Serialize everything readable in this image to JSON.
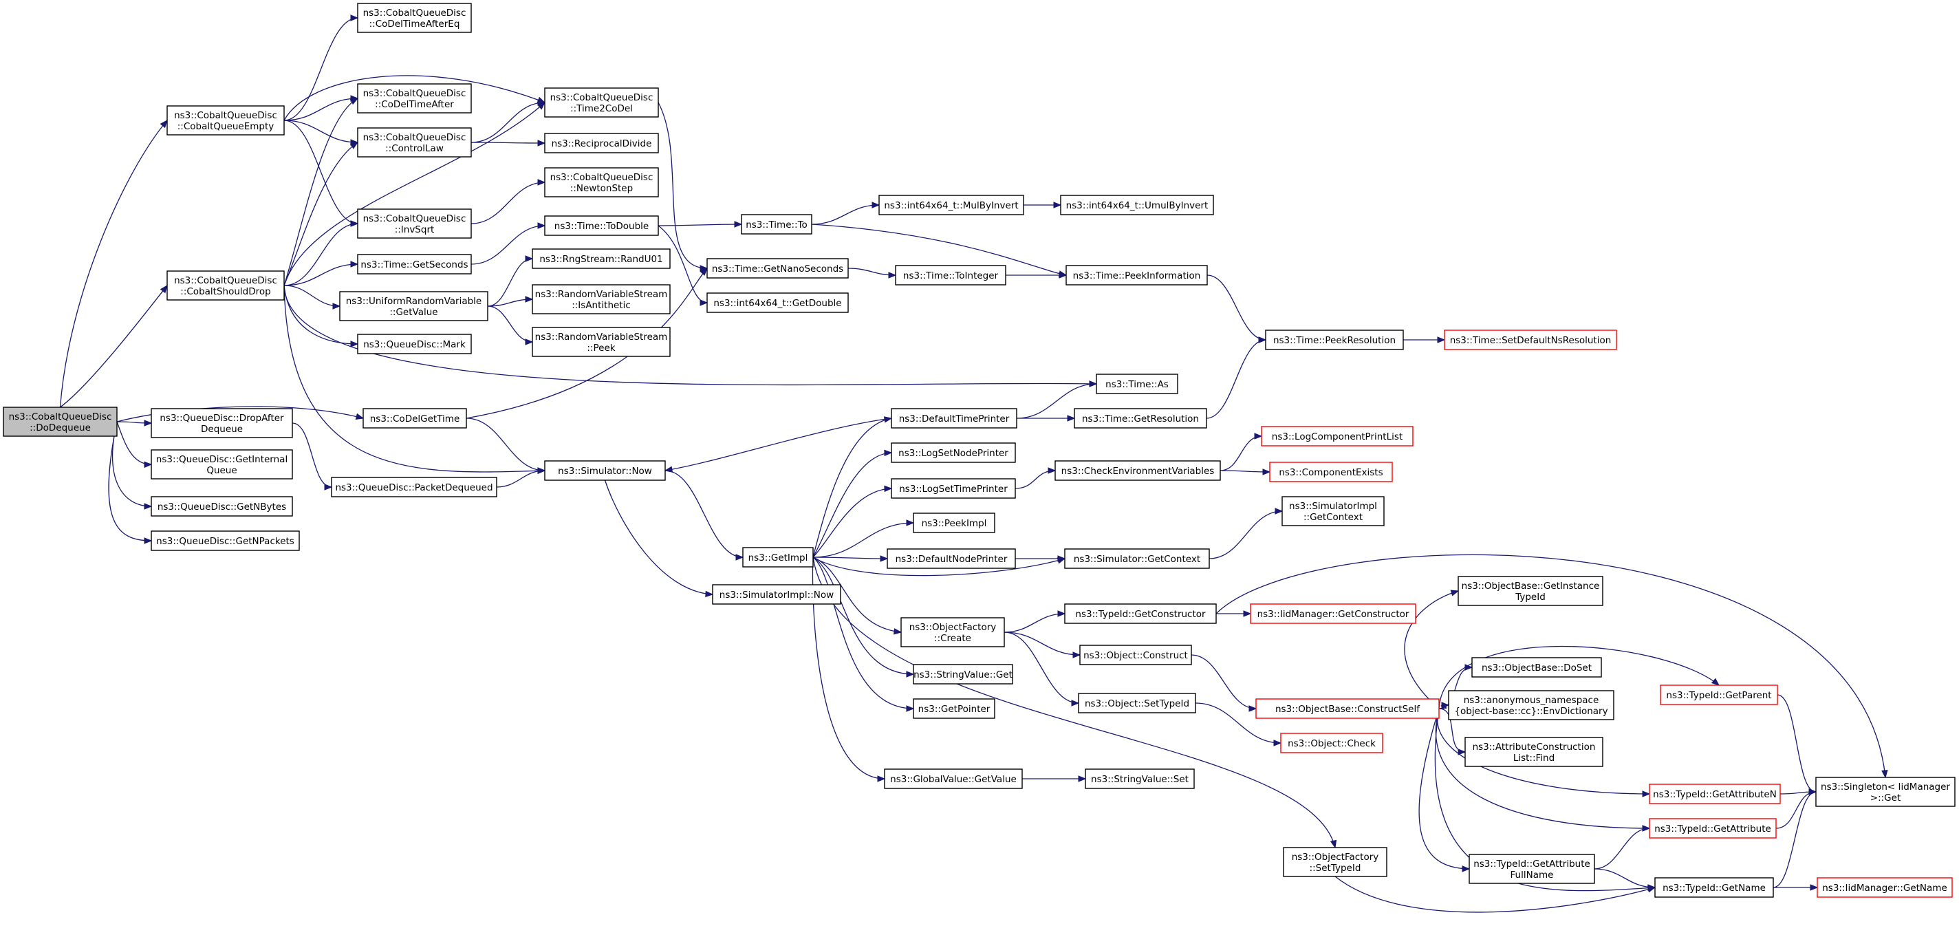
{
  "graph": {
    "nodes": [
      {
        "id": "root",
        "lines": [
          "ns3::CobaltQueueDisc",
          "::DoDequeue"
        ],
        "kind": "root"
      },
      {
        "id": "empty",
        "lines": [
          "ns3::CobaltQueueDisc",
          "::CobaltQueueEmpty"
        ]
      },
      {
        "id": "shoulddrop",
        "lines": [
          "ns3::CobaltQueueDisc",
          "::CobaltShouldDrop"
        ]
      },
      {
        "id": "codelgettime",
        "lines": [
          "ns3::CoDelGetTime"
        ]
      },
      {
        "id": "dropafter",
        "lines": [
          "ns3::QueueDisc::DropAfter",
          "Dequeue"
        ]
      },
      {
        "id": "getinternal",
        "lines": [
          "ns3::QueueDisc::GetInternal",
          "Queue"
        ]
      },
      {
        "id": "getnbytes",
        "lines": [
          "ns3::QueueDisc::GetNBytes"
        ]
      },
      {
        "id": "getnpackets",
        "lines": [
          "ns3::QueueDisc::GetNPackets"
        ]
      },
      {
        "id": "afterEq",
        "lines": [
          "ns3::CobaltQueueDisc",
          "::CoDelTimeAfterEq"
        ]
      },
      {
        "id": "after",
        "lines": [
          "ns3::CobaltQueueDisc",
          "::CoDelTimeAfter"
        ]
      },
      {
        "id": "controllaw",
        "lines": [
          "ns3::CobaltQueueDisc",
          "::ControlLaw"
        ]
      },
      {
        "id": "invsqrt",
        "lines": [
          "ns3::CobaltQueueDisc",
          "::InvSqrt"
        ]
      },
      {
        "id": "time2codel",
        "lines": [
          "ns3::CobaltQueueDisc",
          "::Time2CoDel"
        ]
      },
      {
        "id": "recip",
        "lines": [
          "ns3::ReciprocalDivide"
        ]
      },
      {
        "id": "newton",
        "lines": [
          "ns3::CobaltQueueDisc",
          "::NewtonStep"
        ]
      },
      {
        "id": "getseconds",
        "lines": [
          "ns3::Time::GetSeconds"
        ]
      },
      {
        "id": "todouble",
        "lines": [
          "ns3::Time::ToDouble"
        ]
      },
      {
        "id": "urv",
        "lines": [
          "ns3::UniformRandomVariable",
          "::GetValue"
        ]
      },
      {
        "id": "randu01",
        "lines": [
          "ns3::RngStream::RandU01"
        ]
      },
      {
        "id": "isanti",
        "lines": [
          "ns3::RandomVariableStream",
          "::IsAntithetic"
        ]
      },
      {
        "id": "peekrvs",
        "lines": [
          "ns3::RandomVariableStream",
          "::Peek"
        ]
      },
      {
        "id": "mark",
        "lines": [
          "ns3::QueueDisc::Mark"
        ]
      },
      {
        "id": "packetdeq",
        "lines": [
          "ns3::QueueDisc::PacketDequeued"
        ]
      },
      {
        "id": "simnow",
        "lines": [
          "ns3::Simulator::Now"
        ]
      },
      {
        "id": "getnano",
        "lines": [
          "ns3::Time::GetNanoSeconds"
        ]
      },
      {
        "id": "int64double",
        "lines": [
          "ns3::int64x64_t::GetDouble"
        ]
      },
      {
        "id": "timeto",
        "lines": [
          "ns3::Time::To"
        ]
      },
      {
        "id": "mulbyinv",
        "lines": [
          "ns3::int64x64_t::MulByInvert"
        ]
      },
      {
        "id": "umulbyinv",
        "lines": [
          "ns3::int64x64_t::UmulByInvert"
        ]
      },
      {
        "id": "tointeger",
        "lines": [
          "ns3::Time::ToInteger"
        ]
      },
      {
        "id": "peekinfo",
        "lines": [
          "ns3::Time::PeekInformation"
        ]
      },
      {
        "id": "peekres",
        "lines": [
          "ns3::Time::PeekResolution"
        ]
      },
      {
        "id": "setdefns",
        "lines": [
          "ns3::Time::SetDefaultNsResolution"
        ],
        "kind": "ext"
      },
      {
        "id": "timeas",
        "lines": [
          "ns3::Time::As"
        ]
      },
      {
        "id": "deftimeprinter",
        "lines": [
          "ns3::DefaultTimePrinter"
        ]
      },
      {
        "id": "getres",
        "lines": [
          "ns3::Time::GetResolution"
        ]
      },
      {
        "id": "logsetnode",
        "lines": [
          "ns3::LogSetNodePrinter"
        ]
      },
      {
        "id": "logsettime",
        "lines": [
          "ns3::LogSetTimePrinter"
        ]
      },
      {
        "id": "checkenv",
        "lines": [
          "ns3::CheckEnvironmentVariables"
        ]
      },
      {
        "id": "logcomplist",
        "lines": [
          "ns3::LogComponentPrintList"
        ],
        "kind": "ext"
      },
      {
        "id": "compexists",
        "lines": [
          "ns3::ComponentExists"
        ],
        "kind": "ext"
      },
      {
        "id": "peekimpl",
        "lines": [
          "ns3::PeekImpl"
        ]
      },
      {
        "id": "getimpl",
        "lines": [
          "ns3::GetImpl"
        ]
      },
      {
        "id": "defnodeprinter",
        "lines": [
          "ns3::DefaultNodePrinter"
        ]
      },
      {
        "id": "simgetctx",
        "lines": [
          "ns3::Simulator::GetContext"
        ]
      },
      {
        "id": "simimplctx",
        "lines": [
          "ns3::SimulatorImpl",
          "::GetContext"
        ]
      },
      {
        "id": "simimplnow",
        "lines": [
          "ns3::SimulatorImpl::Now"
        ]
      },
      {
        "id": "ofcreate",
        "lines": [
          "ns3::ObjectFactory",
          "::Create"
        ]
      },
      {
        "id": "tidgetctor",
        "lines": [
          "ns3::TypeId::GetConstructor"
        ]
      },
      {
        "id": "iidgetctor",
        "lines": [
          "ns3::IidManager::GetConstructor"
        ],
        "kind": "ext"
      },
      {
        "id": "objconstruct",
        "lines": [
          "ns3::Object::Construct"
        ]
      },
      {
        "id": "objsettid",
        "lines": [
          "ns3::Object::SetTypeId"
        ]
      },
      {
        "id": "objcheck",
        "lines": [
          "ns3::Object::Check"
        ],
        "kind": "ext"
      },
      {
        "id": "strvalget",
        "lines": [
          "ns3::StringValue::Get"
        ]
      },
      {
        "id": "getpointer",
        "lines": [
          "ns3::GetPointer"
        ]
      },
      {
        "id": "gvgetvalue",
        "lines": [
          "ns3::GlobalValue::GetValue"
        ]
      },
      {
        "id": "strvalset",
        "lines": [
          "ns3::StringValue::Set"
        ]
      },
      {
        "id": "ofsettid",
        "lines": [
          "ns3::ObjectFactory",
          "::SetTypeId"
        ]
      },
      {
        "id": "getinsttid",
        "lines": [
          "ns3::ObjectBase::GetInstance",
          "TypeId"
        ]
      },
      {
        "id": "constructself",
        "lines": [
          "ns3::ObjectBase::ConstructSelf"
        ],
        "kind": "ext"
      },
      {
        "id": "doset",
        "lines": [
          "ns3::ObjectBase::DoSet"
        ]
      },
      {
        "id": "envdict",
        "lines": [
          "ns3::anonymous_namespace",
          "{object-base::cc}::EnvDictionary"
        ]
      },
      {
        "id": "attrfind",
        "lines": [
          "ns3::AttributeConstruction",
          "List::Find"
        ]
      },
      {
        "id": "tidgetparent",
        "lines": [
          "ns3::TypeId::GetParent"
        ],
        "kind": "ext"
      },
      {
        "id": "tidgetattrn",
        "lines": [
          "ns3::TypeId::GetAttributeN"
        ],
        "kind": "ext"
      },
      {
        "id": "tidgetattr",
        "lines": [
          "ns3::TypeId::GetAttribute"
        ],
        "kind": "ext"
      },
      {
        "id": "singleton",
        "lines": [
          "ns3::Singleton< IidManager",
          ">::Get"
        ]
      },
      {
        "id": "attrfullname",
        "lines": [
          "ns3::TypeId::GetAttribute",
          "FullName"
        ]
      },
      {
        "id": "tidgetname",
        "lines": [
          "ns3::TypeId::GetName"
        ]
      },
      {
        "id": "iidgetname",
        "lines": [
          "ns3::IidManager::GetName"
        ],
        "kind": "ext"
      }
    ],
    "edges": [
      [
        "root",
        "empty"
      ],
      [
        "root",
        "shoulddrop"
      ],
      [
        "root",
        "codelgettime"
      ],
      [
        "root",
        "dropafter"
      ],
      [
        "root",
        "getinternal"
      ],
      [
        "root",
        "getnbytes"
      ],
      [
        "root",
        "getnpackets"
      ],
      [
        "empty",
        "afterEq"
      ],
      [
        "empty",
        "after"
      ],
      [
        "empty",
        "controllaw"
      ],
      [
        "empty",
        "invsqrt"
      ],
      [
        "empty",
        "time2codel"
      ],
      [
        "shoulddrop",
        "after"
      ],
      [
        "shoulddrop",
        "controllaw"
      ],
      [
        "shoulddrop",
        "invsqrt"
      ],
      [
        "shoulddrop",
        "time2codel"
      ],
      [
        "shoulddrop",
        "getseconds"
      ],
      [
        "shoulddrop",
        "urv"
      ],
      [
        "shoulddrop",
        "mark"
      ],
      [
        "shoulddrop",
        "timeas"
      ],
      [
        "shoulddrop",
        "simnow"
      ],
      [
        "controllaw",
        "time2codel"
      ],
      [
        "controllaw",
        "recip"
      ],
      [
        "invsqrt",
        "newton"
      ],
      [
        "time2codel",
        "getnano"
      ],
      [
        "getseconds",
        "todouble"
      ],
      [
        "todouble",
        "timeto"
      ],
      [
        "todouble",
        "int64double"
      ],
      [
        "urv",
        "randu01"
      ],
      [
        "urv",
        "isanti"
      ],
      [
        "urv",
        "peekrvs"
      ],
      [
        "codelgettime",
        "getnano"
      ],
      [
        "codelgettime",
        "simnow"
      ],
      [
        "dropafter",
        "packetdeq"
      ],
      [
        "packetdeq",
        "simnow"
      ],
      [
        "simnow",
        "getimpl"
      ],
      [
        "simnow",
        "simimplnow"
      ],
      [
        "timeto",
        "mulbyinv"
      ],
      [
        "timeto",
        "peekinfo"
      ],
      [
        "mulbyinv",
        "umulbyinv"
      ],
      [
        "getnano",
        "tointeger"
      ],
      [
        "tointeger",
        "peekinfo"
      ],
      [
        "peekinfo",
        "peekres"
      ],
      [
        "peekres",
        "setdefns"
      ],
      [
        "deftimeprinter",
        "timeas"
      ],
      [
        "deftimeprinter",
        "getres"
      ],
      [
        "deftimeprinter",
        "simnow"
      ],
      [
        "getres",
        "peekres"
      ],
      [
        "logsettime",
        "checkenv"
      ],
      [
        "checkenv",
        "logcomplist"
      ],
      [
        "checkenv",
        "compexists"
      ],
      [
        "getimpl",
        "deftimeprinter"
      ],
      [
        "getimpl",
        "logsetnode"
      ],
      [
        "getimpl",
        "logsettime"
      ],
      [
        "getimpl",
        "peekimpl"
      ],
      [
        "getimpl",
        "defnodeprinter"
      ],
      [
        "getimpl",
        "ofcreate"
      ],
      [
        "getimpl",
        "strvalget"
      ],
      [
        "getimpl",
        "getpointer"
      ],
      [
        "getimpl",
        "gvgetvalue"
      ],
      [
        "getimpl",
        "ofsettid"
      ],
      [
        "getimpl",
        "simgetctx"
      ],
      [
        "defnodeprinter",
        "simgetctx"
      ],
      [
        "simgetctx",
        "simimplctx"
      ],
      [
        "ofcreate",
        "tidgetctor"
      ],
      [
        "ofcreate",
        "objconstruct"
      ],
      [
        "ofcreate",
        "objsettid"
      ],
      [
        "tidgetctor",
        "iidgetctor"
      ],
      [
        "tidgetctor",
        "singleton"
      ],
      [
        "objconstruct",
        "constructself"
      ],
      [
        "objsettid",
        "objcheck"
      ],
      [
        "gvgetvalue",
        "strvalset"
      ],
      [
        "ofsettid",
        "tidgetname"
      ],
      [
        "constructself",
        "getinsttid"
      ],
      [
        "constructself",
        "doset"
      ],
      [
        "constructself",
        "envdict"
      ],
      [
        "constructself",
        "attrfind"
      ],
      [
        "constructself",
        "tidgetparent"
      ],
      [
        "constructself",
        "tidgetattrn"
      ],
      [
        "constructself",
        "tidgetattr"
      ],
      [
        "constructself",
        "attrfullname"
      ],
      [
        "constructself",
        "tidgetname"
      ],
      [
        "tidgetparent",
        "singleton"
      ],
      [
        "tidgetattrn",
        "singleton"
      ],
      [
        "tidgetattr",
        "singleton"
      ],
      [
        "attrfullname",
        "tidgetattr"
      ],
      [
        "attrfullname",
        "tidgetname"
      ],
      [
        "tidgetname",
        "singleton"
      ],
      [
        "tidgetname",
        "iidgetname"
      ]
    ]
  }
}
